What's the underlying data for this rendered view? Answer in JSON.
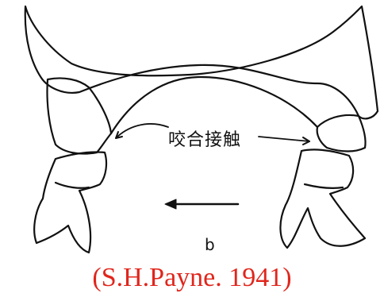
{
  "diagram": {
    "contact_label": "咬合接触",
    "panel_label": "b",
    "citation": "(S.H.Payne. 1941)",
    "line_color": "#111111",
    "citation_color": "#e0261c"
  }
}
